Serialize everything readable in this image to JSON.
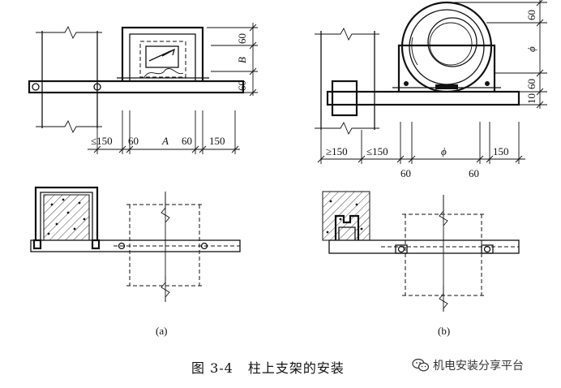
{
  "figure_a": {
    "label": "(a)",
    "dims_bottom": [
      "≤150",
      "60",
      "A",
      "60",
      "150"
    ],
    "dims_right": [
      "60",
      "B",
      "60"
    ]
  },
  "figure_b": {
    "label": "(b)",
    "dims_bottom_top": [
      "≥150",
      "≤150",
      "ϕ",
      "150"
    ],
    "dims_bottom_low": [
      "60",
      "60"
    ],
    "dims_right": [
      "60",
      "ϕ",
      "60",
      "10"
    ]
  },
  "caption": {
    "number": "图 3-4",
    "title": "柱上支架的安装"
  },
  "watermark": {
    "text": "机电安装分享平台",
    "icon": "wechat-icon"
  }
}
